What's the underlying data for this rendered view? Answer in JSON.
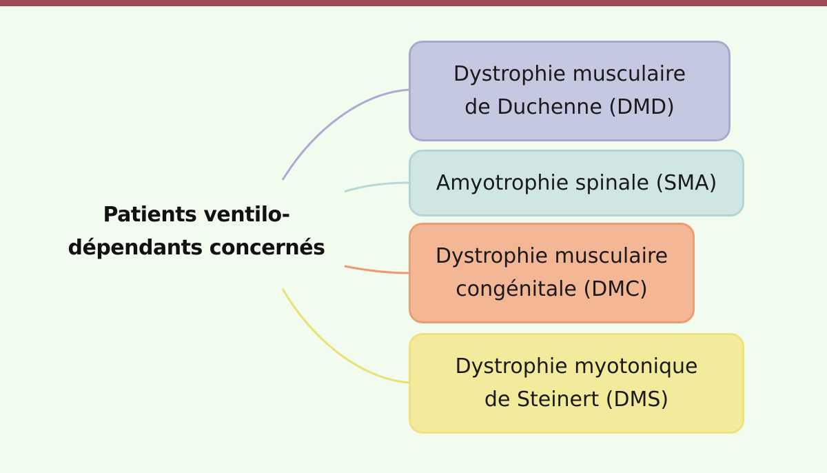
{
  "central": {
    "line1": "Patients ventilo-",
    "line2": "dépendants concernés"
  },
  "boxes": [
    {
      "id": "dmd",
      "line1": "Dystrophie musculaire",
      "line2": "de Duchenne (DMD)",
      "fill": "#c5c8e1",
      "border": "#a7a9d4",
      "line_color": "#aaaad3"
    },
    {
      "id": "sma",
      "line1": "Amyotrophie spinale (SMA)",
      "line2": "",
      "fill": "#cfe6e4",
      "border": "#b3d6d5",
      "line_color": "#b5d8d8"
    },
    {
      "id": "dmc",
      "line1": "Dystrophie musculaire",
      "line2": "congénitale (DMC)",
      "fill": "#f3b796",
      "border": "#ee9c72",
      "line_color": "#ee9970"
    },
    {
      "id": "dms",
      "line1": "Dystrophie myotonique",
      "line2": "de Steinert (DMS)",
      "fill": "#f2eb9b",
      "border": "#efe27d",
      "line_color": "#ebe072"
    }
  ],
  "colors": {
    "background": "#f1fbee",
    "top_bar": "#9c4a55"
  }
}
